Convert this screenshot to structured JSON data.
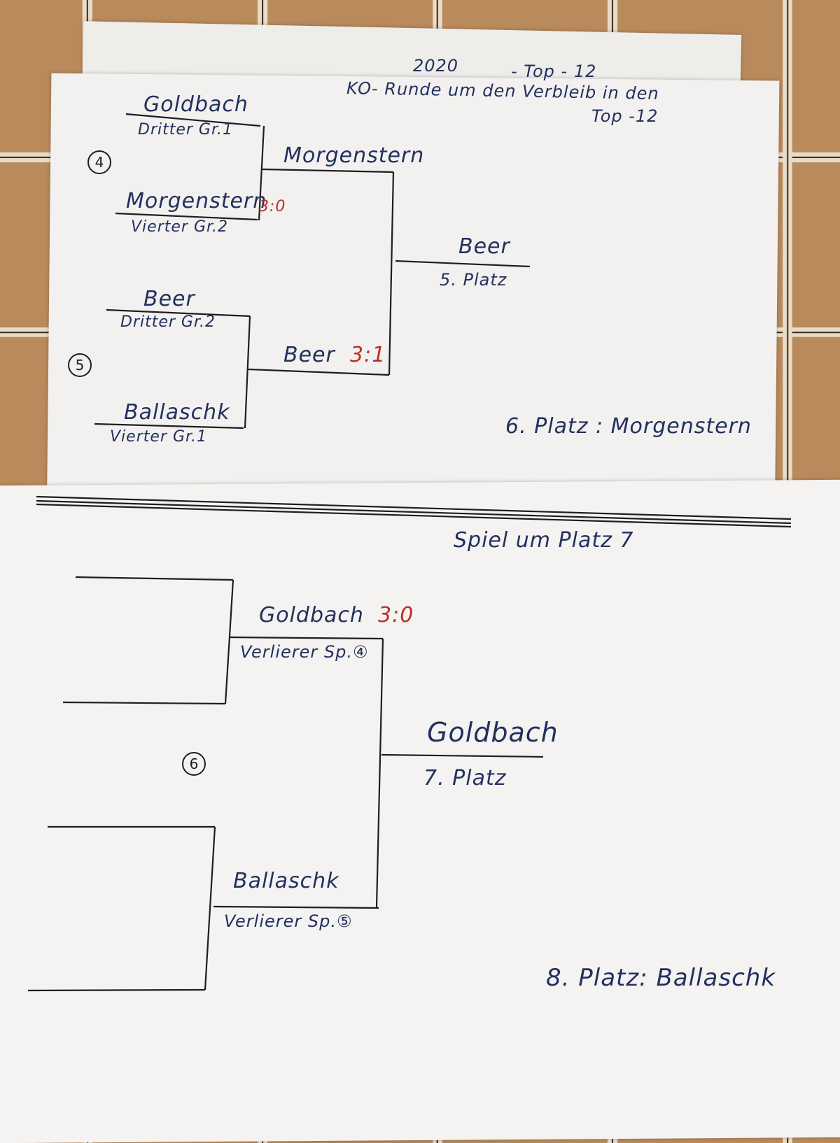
{
  "header": {
    "year": "2020",
    "series": "- Top - 12",
    "subtitle": "KO- Runde um den Verbleib in den",
    "subtitle2": "Top -12"
  },
  "game4": {
    "number": "4",
    "team1": {
      "name": "Goldbach",
      "seed": "Dritter Gr.1"
    },
    "team2": {
      "name": "Morgenstern",
      "seed": "Vierter Gr.2"
    },
    "score": "3:0",
    "winner": "Morgenstern"
  },
  "game5": {
    "number": "5",
    "team1": {
      "name": "Beer",
      "seed": "Dritter Gr.2"
    },
    "team2": {
      "name": "Ballaschk",
      "seed": "Vierter Gr.1"
    },
    "winner": "Beer",
    "score": "3:1"
  },
  "final5": {
    "winner": "Beer",
    "place": "5. Platz",
    "sixth": "6. Platz : Morgenstern"
  },
  "game6": {
    "title": "Spiel um Platz 7",
    "number": "6",
    "team1": {
      "name": "Goldbach",
      "score": "3:0",
      "seed": "Verlierer Sp.④"
    },
    "team2": {
      "name": "Ballaschk",
      "seed": "Verlierer Sp.⑤"
    },
    "winner": "Goldbach",
    "place": "7. Platz",
    "eighth": "8. Platz: Ballaschk"
  },
  "colors": {
    "ink": "#23305e",
    "score_ink": "#b8302a",
    "paper": "#f2f1ef"
  }
}
